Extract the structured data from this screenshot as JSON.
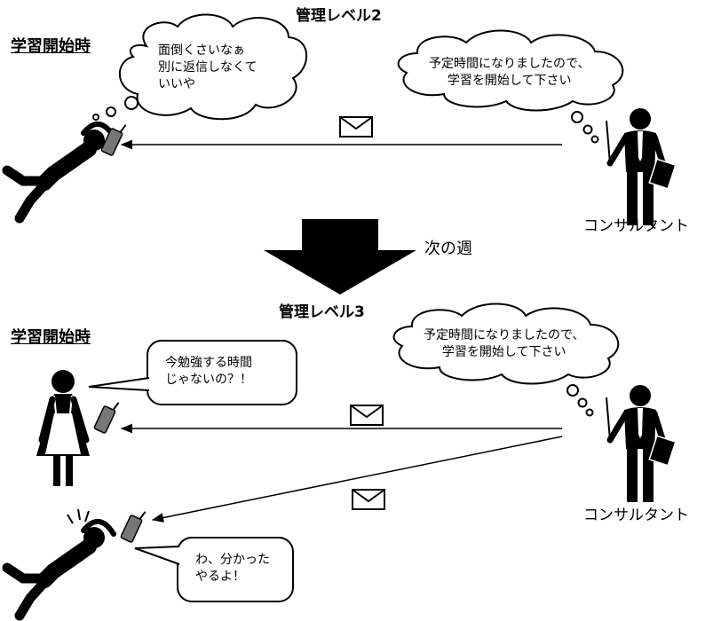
{
  "top": {
    "title": "管理レベル2",
    "section_label": "学習開始時",
    "student_thought": [
      "面倒くさいなぁ",
      "別に返信しなくて",
      "いいや"
    ],
    "consultant_thought": [
      "予定時間になりましたので、",
      "学習を開始して下さい"
    ],
    "consultant_label": "コンサルタント"
  },
  "transition": {
    "label": "次の週"
  },
  "bottom": {
    "title": "管理レベル3",
    "section_label": "学習開始時",
    "consultant_thought": [
      "予定時間になりましたので、",
      "学習を開始して下さい"
    ],
    "mother_speech": [
      "今勉強する時間",
      "じゃないの？！"
    ],
    "student_speech": [
      "わ、分かった",
      "やるよ！"
    ],
    "consultant_label": "コンサルタント"
  },
  "icons": [
    "envelope-icon",
    "phone-icon",
    "person-icon"
  ]
}
